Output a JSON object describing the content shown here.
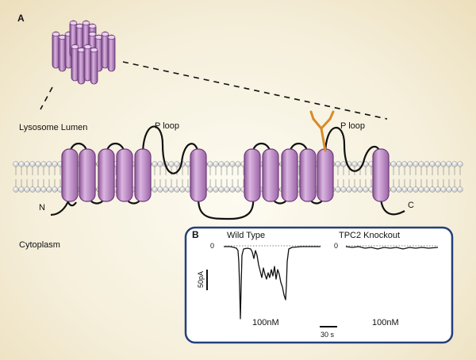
{
  "panel_a": {
    "label": "A",
    "lumen_label": "Lysosome Lumen",
    "cytoplasm_label": "Cytoplasm",
    "p_loop_1": "P loop",
    "p_loop_2": "P loop",
    "n_terminus": "N",
    "c_terminus": "C"
  },
  "panel_b": {
    "label": "B",
    "wild_type_title": "Wild Type",
    "knockout_title": "TPC2 Knockout",
    "zero_left": "0",
    "zero_right": "0",
    "current_scale": "50pA",
    "conc_left": "100nM",
    "conc_right": "100nM",
    "time_scale": "30 s"
  },
  "colors": {
    "helix_fill": "#c79ad0",
    "helix_stroke": "#6e3a7a",
    "membrane_head": "#d8d8d8",
    "panel_border": "#24407a",
    "glycan": "#d98a2a"
  }
}
